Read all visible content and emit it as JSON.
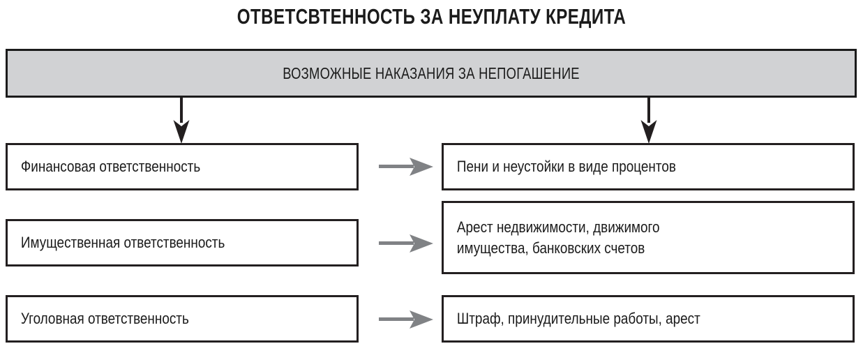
{
  "title": "ОТВЕТСВТЕННОСТЬ ЗА НЕУПЛАТУ КРЕДИТА",
  "header": {
    "label": "ВОЗМОЖНЫЕ НАКАЗАНИЯ ЗА НЕПОГАШЕНИЕ",
    "fill_color": "#d1d2d4",
    "border_color": "#1b1b1b"
  },
  "colors": {
    "text": "#1b1b1b",
    "box_border": "#231f20",
    "box_fill": "#ffffff",
    "vertical_arrow": "#231f20",
    "horizontal_arrow": "#808285",
    "page_background": "#ffffff"
  },
  "categories": [
    {
      "label": "Финансовая ответственность"
    },
    {
      "label": "Имущественная ответственность"
    },
    {
      "label": "Уголовная ответственность"
    }
  ],
  "consequences": [
    {
      "label": "Пени и неустойки в виде процентов"
    },
    {
      "label": "Арест недвижимости, движимого\nимущества, банковских счетов"
    },
    {
      "label": "Штраф, принудительные работы, арест"
    }
  ],
  "connectors": {
    "vertical_arrows": 2,
    "horizontal_arrows": 3
  }
}
